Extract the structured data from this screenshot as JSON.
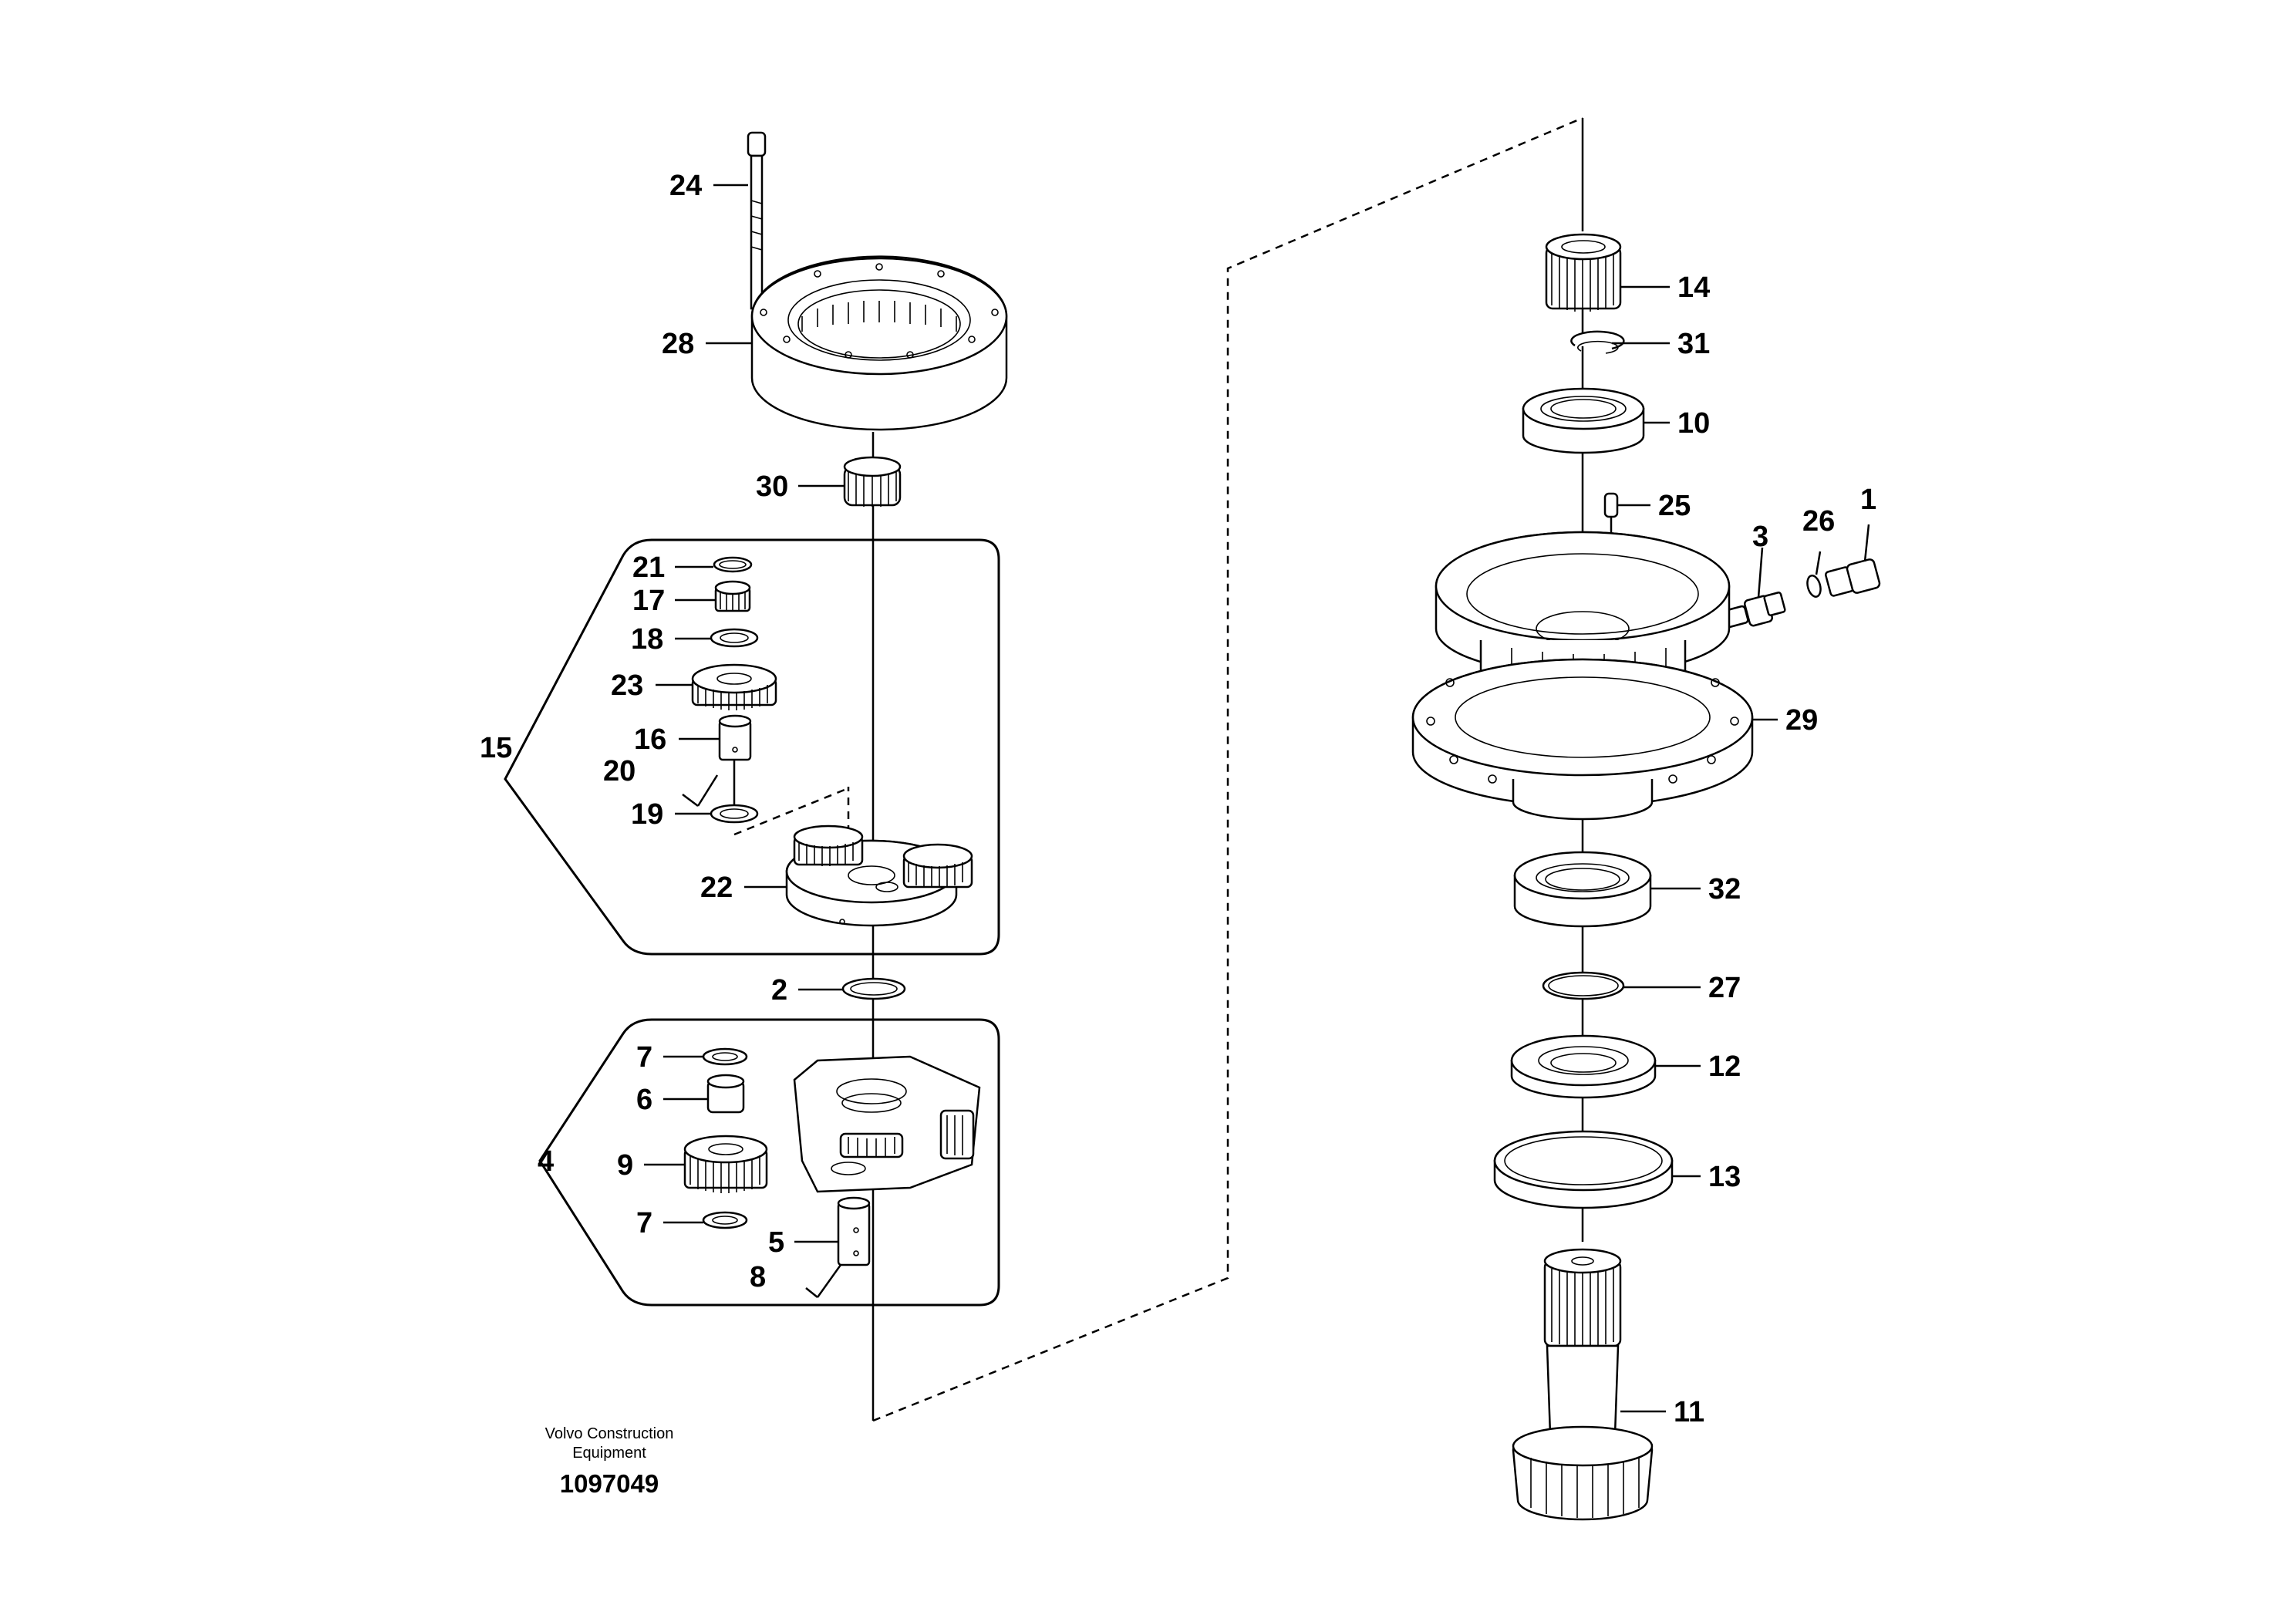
{
  "footer": {
    "brand_line1": "Volvo Construction",
    "brand_line2": "Equipment",
    "doc_number": "1097049"
  },
  "callouts": {
    "c1": "1",
    "c2": "2",
    "c3": "3",
    "c4": "4",
    "c5": "5",
    "c6": "6",
    "c7a": "7",
    "c7b": "7",
    "c8": "8",
    "c9": "9",
    "c10": "10",
    "c11": "11",
    "c12": "12",
    "c13": "13",
    "c14": "14",
    "c15": "15",
    "c16": "16",
    "c17": "17",
    "c18": "18",
    "c19": "19",
    "c20": "20",
    "c21": "21",
    "c22": "22",
    "c23": "23",
    "c24": "24",
    "c25": "25",
    "c26": "26",
    "c27": "27",
    "c28": "28",
    "c29": "29",
    "c30": "30",
    "c31": "31",
    "c32": "32"
  }
}
